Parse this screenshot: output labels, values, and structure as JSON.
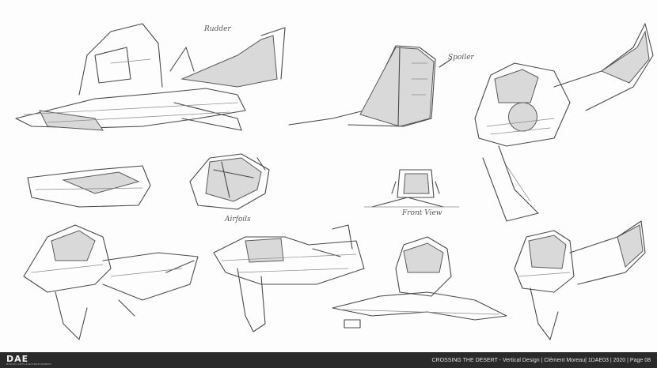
{
  "annotations": {
    "rudder": "Rudder",
    "spoiler": "Spoiler",
    "airfoil": "Airfoils",
    "front_view": "Front View"
  },
  "footer": {
    "logo": "DAE",
    "logo_subtitle": "DIGITAL ARTS & ENTERTAINMENT",
    "caption": "CROSSING THE DESERT - Vertical Design | Clément Moreau| 1DAE03 | 2020 | Page 08"
  },
  "icons": [
    "dae-logo-icon"
  ]
}
